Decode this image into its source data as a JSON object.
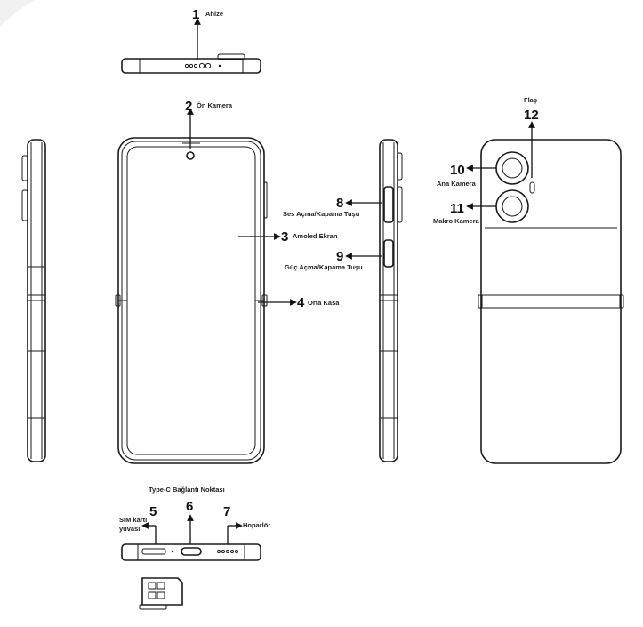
{
  "callouts": [
    {
      "num": "1",
      "label": "Ahize"
    },
    {
      "num": "2",
      "label": "Ön Kamera"
    },
    {
      "num": "3",
      "label": "Amoled Ekran"
    },
    {
      "num": "4",
      "label": "Orta Kasa"
    },
    {
      "num": "5",
      "label": "SIM kartı yuvası",
      "label_lines": [
        "SIM kartı",
        "yuvası"
      ]
    },
    {
      "num": "6",
      "label": "Type-C Bağlantı Noktası"
    },
    {
      "num": "7",
      "label": "Hoparlör"
    },
    {
      "num": "8",
      "label": "Ses Açma/Kapama Tuşu"
    },
    {
      "num": "9",
      "label": "Güç Açma/Kapama Tuşu"
    },
    {
      "num": "10",
      "label": "Ana Kamera"
    },
    {
      "num": "11",
      "label": "Makro Kamera"
    },
    {
      "num": "12",
      "label": "Flaş"
    }
  ]
}
